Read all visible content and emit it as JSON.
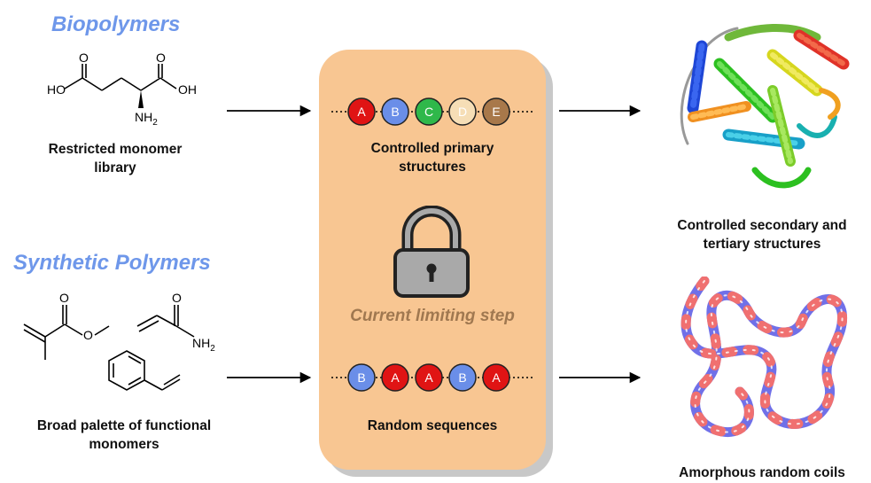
{
  "biopolymers": {
    "heading": "Biopolymers",
    "library_label": "Restricted monomer library",
    "monomer_atoms": {
      "oh_left": "HO",
      "oh_right": "OH",
      "o_a": "O",
      "o_b": "O",
      "nh2": "NH",
      "nh2_sub": "2"
    }
  },
  "synthetic": {
    "heading": "Synthetic Polymers",
    "palette_label": "Broad palette of functional monomers",
    "monomer_atoms": {
      "o_ester1": "O",
      "o_ester2": "O",
      "o_amide": "O",
      "nh2": "NH",
      "nh2_sub": "2"
    }
  },
  "center": {
    "controlled_label": "Controlled primary structures",
    "random_label": "Random sequences",
    "limiting_step": "Current limiting step",
    "controlled_beads": [
      "A",
      "B",
      "C",
      "D",
      "E"
    ],
    "random_beads": [
      "B",
      "A",
      "A",
      "B",
      "A"
    ]
  },
  "outputs": {
    "secondary_label": "Controlled secondary and tertiary structures",
    "coil_label": "Amorphous random coils"
  },
  "colors": {
    "panel_fill": "#f8c692",
    "panel_shadow": "#c8c8c8",
    "heading_blue": "#6e97ea",
    "limiting_text": "#a07850",
    "bead_A": "#e01414",
    "bead_B": "#6a8ee8",
    "bead_C": "#2fb84a",
    "bead_D": "#f6deb6",
    "bead_E": "#a8784a"
  },
  "icons": [
    "padlock-icon",
    "protein-structure-image",
    "random-coil-image"
  ]
}
